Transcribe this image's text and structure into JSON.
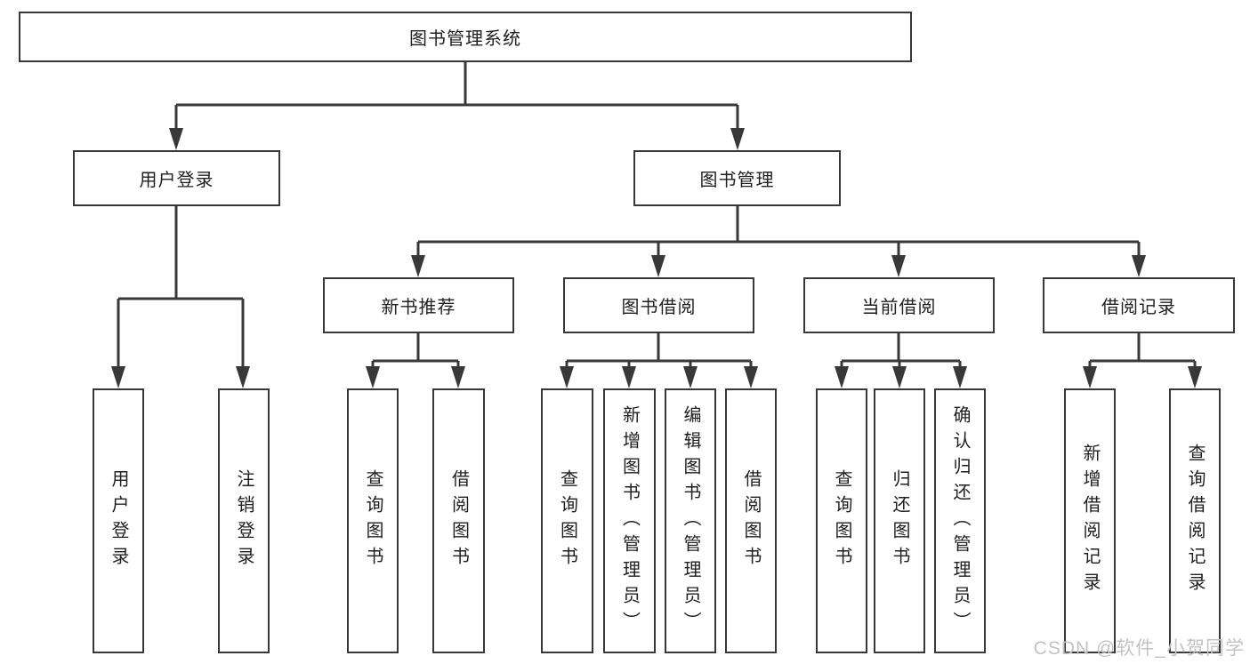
{
  "meta": {
    "diagram_type": "hierarchy-tree",
    "colors": {
      "background": "#ffffff",
      "line": "#383838",
      "text": "#1f1f1f",
      "watermark": "#c3c3c3"
    }
  },
  "nodes": {
    "root": "图书管理系统",
    "branch_user_login": "用户登录",
    "branch_book_mgmt": "图书管理",
    "sub_new_book_rec": "新书推荐",
    "sub_book_borrow": "图书借阅",
    "sub_current_borrow": "当前借阅",
    "sub_borrow_records": "借阅记录",
    "leaf_user_login": "用户登录",
    "leaf_logout": "注销登录",
    "leaf_query_book_rec": "查询图书",
    "leaf_borrow_book_rec": "借阅图书",
    "leaf_query_book_borrow": "查询图书",
    "leaf_add_book_admin": "新增图书（管理员）",
    "leaf_edit_book_admin": "编辑图书（管理员）",
    "leaf_borrow_book_borrow": "借阅图书",
    "leaf_query_book_current": "查询图书",
    "leaf_return_book": "归还图书",
    "leaf_confirm_return_admin": "确认归还（管理员）",
    "leaf_add_borrow_record": "新增借阅记录",
    "leaf_query_borrow_record": "查询借阅记录"
  },
  "watermark": "CSDN @软件_小贺同学"
}
